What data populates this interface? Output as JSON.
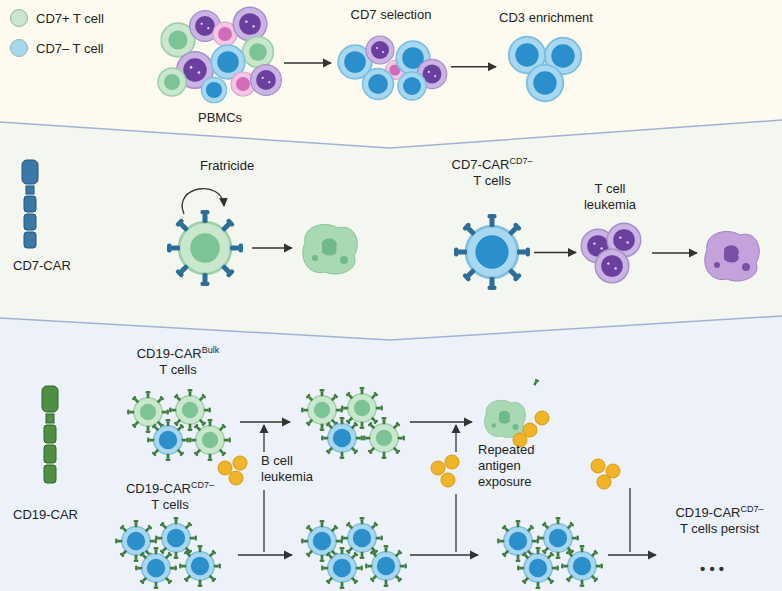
{
  "diagram": {
    "nodes": [
      {
        "text": [
          "PBMCs"
        ]
      },
      {
        "text": [
          "CD7 selection"
        ]
      },
      {
        "text": [
          "CD3 enrichment"
        ]
      },
      {
        "text": [
          "CD7-CAR"
        ]
      },
      {
        "text": [
          "Fratricide"
        ]
      },
      {
        "text": [
          "CD7-CAR",
          "CD7–",
          "T cells"
        ]
      },
      {
        "text": [
          "T cell leukemia"
        ]
      },
      {
        "text": [
          "CD19-CAR"
        ]
      },
      {
        "text": [
          "CD19-CAR",
          "Bulk",
          "T cells"
        ]
      },
      {
        "text": [
          "B cell leukemia"
        ]
      },
      {
        "text": [
          "Repeated antigen exposure"
        ]
      },
      {
        "text": [
          "CD19-CAR",
          "CD7–",
          "T cells"
        ]
      },
      {
        "text": [
          "CD19-CAR",
          "CD7–",
          "T cells persist"
        ]
      }
    ],
    "edges": [
      {
        "from": 0,
        "to": 1,
        "arrow": "to"
      },
      {
        "from": 1,
        "to": 2,
        "arrow": "to"
      },
      {
        "from": 5,
        "to": 6,
        "arrow": "to"
      }
    ],
    "labels": [
      "• • •"
    ],
    "legend": [
      {
        "text": "CD7+ T cell",
        "color": "#c9e7cd"
      },
      {
        "text": "CD7– T cell",
        "color": "#a8d8f0"
      }
    ]
  }
}
